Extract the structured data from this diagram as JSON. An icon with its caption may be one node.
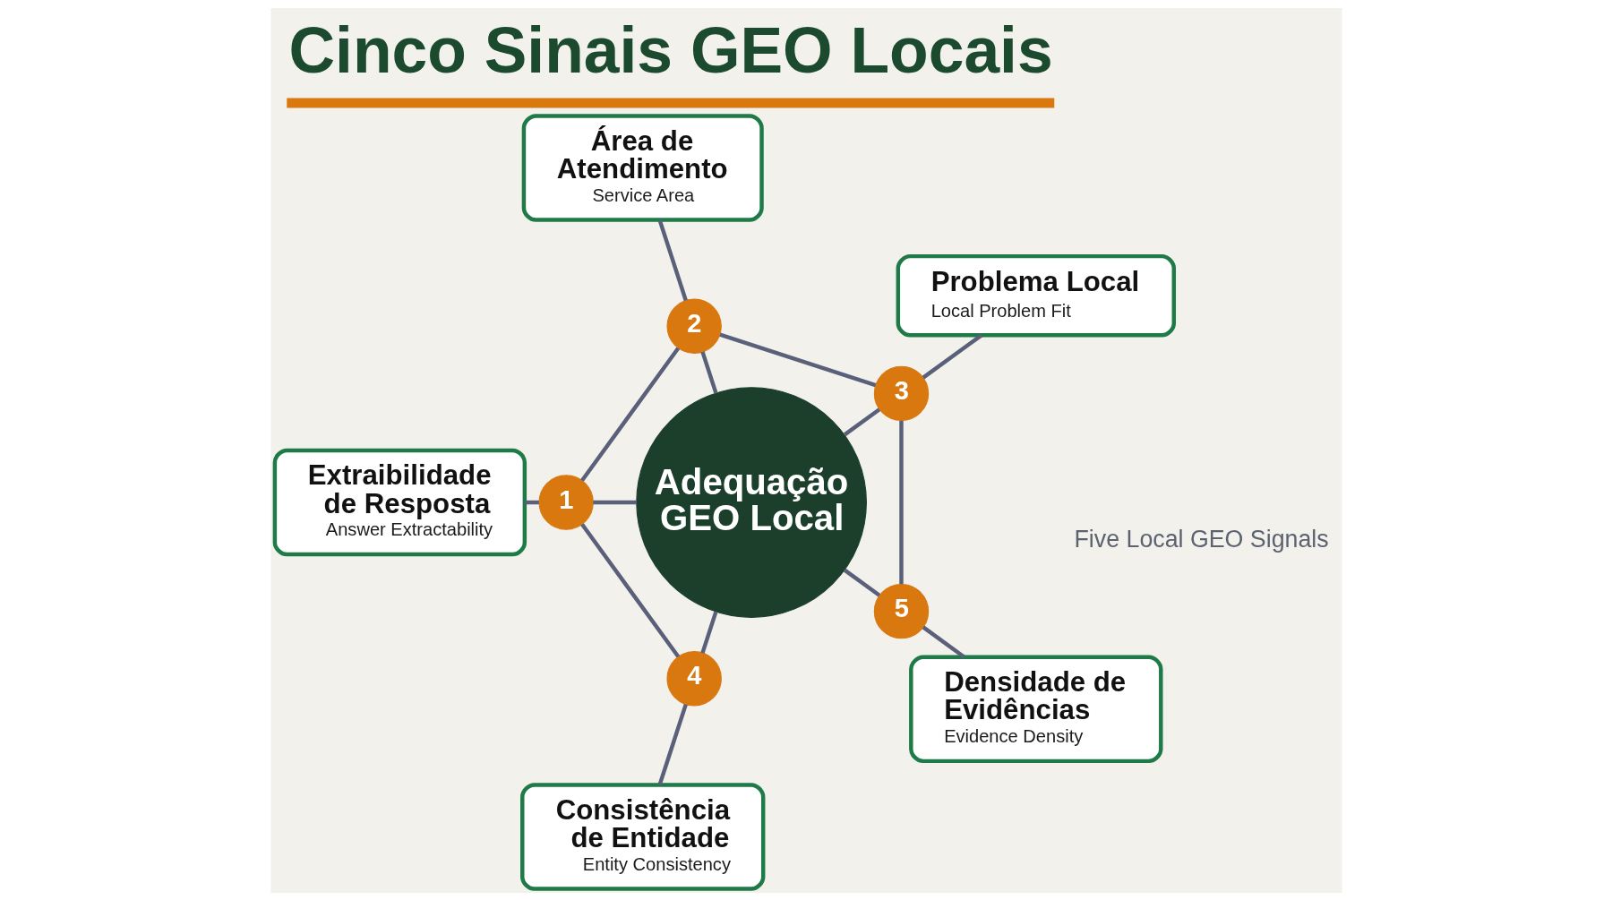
{
  "diagram": {
    "title": "Cinco Sinais GEO Locais",
    "nodes": [
      {
        "text": [
          "Adequação GEO Local"
        ]
      },
      {
        "text": [
          "1"
        ]
      },
      {
        "text": [
          "Extraibilidade de Resposta",
          "Answer Extractability"
        ]
      },
      {
        "text": [
          "2"
        ]
      },
      {
        "text": [
          "Área de Atendimento",
          "Service Area"
        ]
      },
      {
        "text": [
          "3"
        ]
      },
      {
        "text": [
          "Problema Local",
          "Local Problem Fit"
        ]
      },
      {
        "text": [
          "4"
        ]
      },
      {
        "text": [
          "Consistência de Entidade",
          "Entity Consistency"
        ]
      },
      {
        "text": [
          "5"
        ]
      },
      {
        "text": [
          "Densidade de Evidências",
          "Evidence Density"
        ]
      }
    ],
    "edges": [
      {
        "from": 0,
        "to": 3,
        "arrow": "none"
      },
      {
        "from": 3,
        "to": 4,
        "arrow": "none"
      },
      {
        "from": 0,
        "to": 5,
        "arrow": "none"
      },
      {
        "from": 5,
        "to": 6,
        "arrow": "none"
      },
      {
        "from": 0,
        "to": 9,
        "arrow": "none"
      },
      {
        "from": 9,
        "to": 10,
        "arrow": "none"
      },
      {
        "from": 0,
        "to": 7,
        "arrow": "none"
      },
      {
        "from": 7,
        "to": 8,
        "arrow": "none"
      },
      {
        "from": 0,
        "to": 1,
        "arrow": "none"
      },
      {
        "from": 1,
        "to": 2,
        "arrow": "none"
      },
      {
        "from": 1,
        "to": 3,
        "arrow": "none"
      },
      {
        "from": 3,
        "to": 5,
        "arrow": "none"
      },
      {
        "from": 5,
        "to": 9,
        "arrow": "none"
      },
      {
        "from": 1,
        "to": 7,
        "arrow": "none"
      }
    ],
    "labels": [
      "Five Local GEO Signals"
    ]
  }
}
